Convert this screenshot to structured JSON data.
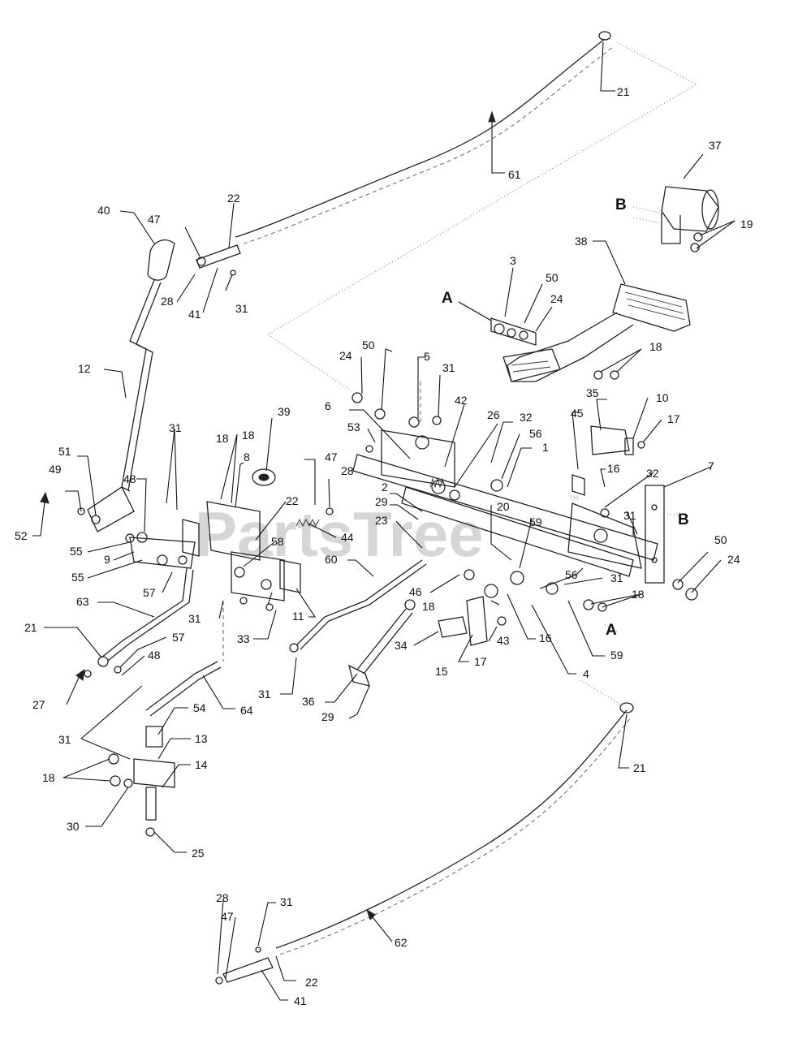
{
  "watermark": {
    "text": "PartsTree",
    "tm": "™"
  },
  "reference_letters": [
    {
      "id": "A1",
      "text": "A"
    },
    {
      "id": "A2",
      "text": "A"
    },
    {
      "id": "B1",
      "text": "B"
    },
    {
      "id": "B2",
      "text": "B"
    }
  ],
  "callouts": [
    {
      "id": "c1",
      "text": "21"
    },
    {
      "id": "c2",
      "text": "61"
    },
    {
      "id": "c3",
      "text": "37"
    },
    {
      "id": "c4",
      "text": "19"
    },
    {
      "id": "c5",
      "text": "40"
    },
    {
      "id": "c6",
      "text": "47"
    },
    {
      "id": "c7",
      "text": "22"
    },
    {
      "id": "c8",
      "text": "28"
    },
    {
      "id": "c9",
      "text": "41"
    },
    {
      "id": "c10",
      "text": "31"
    },
    {
      "id": "c11",
      "text": "38"
    },
    {
      "id": "c12",
      "text": "3"
    },
    {
      "id": "c13",
      "text": "50"
    },
    {
      "id": "c14",
      "text": "24"
    },
    {
      "id": "c15",
      "text": "18"
    },
    {
      "id": "c16",
      "text": "12"
    },
    {
      "id": "c17",
      "text": "24"
    },
    {
      "id": "c18",
      "text": "50"
    },
    {
      "id": "c19",
      "text": "5"
    },
    {
      "id": "c20",
      "text": "31"
    },
    {
      "id": "c21",
      "text": "42"
    },
    {
      "id": "c22",
      "text": "26"
    },
    {
      "id": "c23",
      "text": "32"
    },
    {
      "id": "c24",
      "text": "45"
    },
    {
      "id": "c25",
      "text": "35"
    },
    {
      "id": "c26",
      "text": "10"
    },
    {
      "id": "c27",
      "text": "17"
    },
    {
      "id": "c28",
      "text": "6"
    },
    {
      "id": "c29",
      "text": "53"
    },
    {
      "id": "c30",
      "text": "56"
    },
    {
      "id": "c31",
      "text": "1"
    },
    {
      "id": "c32",
      "text": "16"
    },
    {
      "id": "c33",
      "text": "32"
    },
    {
      "id": "c34",
      "text": "7"
    },
    {
      "id": "c35",
      "text": "18"
    },
    {
      "id": "c36",
      "text": "31"
    },
    {
      "id": "c37",
      "text": "39"
    },
    {
      "id": "c38",
      "text": "18"
    },
    {
      "id": "c39",
      "text": "8"
    },
    {
      "id": "c40",
      "text": "47"
    },
    {
      "id": "c41",
      "text": "28"
    },
    {
      "id": "c42",
      "text": "51"
    },
    {
      "id": "c43",
      "text": "49"
    },
    {
      "id": "c44",
      "text": "48"
    },
    {
      "id": "c45",
      "text": "52"
    },
    {
      "id": "c46",
      "text": "2"
    },
    {
      "id": "c47",
      "text": "29"
    },
    {
      "id": "c48",
      "text": "20"
    },
    {
      "id": "c49",
      "text": "22"
    },
    {
      "id": "c50",
      "text": "44"
    },
    {
      "id": "c51",
      "text": "23"
    },
    {
      "id": "c52",
      "text": "59"
    },
    {
      "id": "c53",
      "text": "31"
    },
    {
      "id": "c54",
      "text": "55"
    },
    {
      "id": "c55",
      "text": "9"
    },
    {
      "id": "c56",
      "text": "55"
    },
    {
      "id": "c57",
      "text": "58"
    },
    {
      "id": "c58",
      "text": "60"
    },
    {
      "id": "c59",
      "text": "50"
    },
    {
      "id": "c60",
      "text": "24"
    },
    {
      "id": "c61",
      "text": "57"
    },
    {
      "id": "c62",
      "text": "46"
    },
    {
      "id": "c63",
      "text": "56"
    },
    {
      "id": "c64",
      "text": "31"
    },
    {
      "id": "c65",
      "text": "63"
    },
    {
      "id": "c66",
      "text": "18"
    },
    {
      "id": "c67",
      "text": "11"
    },
    {
      "id": "c68",
      "text": "31"
    },
    {
      "id": "c69",
      "text": "18"
    },
    {
      "id": "c70",
      "text": "33"
    },
    {
      "id": "c71",
      "text": "16"
    },
    {
      "id": "c72",
      "text": "21"
    },
    {
      "id": "c73",
      "text": "57"
    },
    {
      "id": "c74",
      "text": "34"
    },
    {
      "id": "c75",
      "text": "43"
    },
    {
      "id": "c76",
      "text": "59"
    },
    {
      "id": "c77",
      "text": "48"
    },
    {
      "id": "c78",
      "text": "17"
    },
    {
      "id": "c79",
      "text": "15"
    },
    {
      "id": "c80",
      "text": "4"
    },
    {
      "id": "c81",
      "text": "27"
    },
    {
      "id": "c82",
      "text": "31"
    },
    {
      "id": "c83",
      "text": "64"
    },
    {
      "id": "c84",
      "text": "36"
    },
    {
      "id": "c85",
      "text": "29"
    },
    {
      "id": "c86",
      "text": "54"
    },
    {
      "id": "c87",
      "text": "31"
    },
    {
      "id": "c88",
      "text": "13"
    },
    {
      "id": "c89",
      "text": "18"
    },
    {
      "id": "c90",
      "text": "14"
    },
    {
      "id": "c91",
      "text": "21"
    },
    {
      "id": "c92",
      "text": "30"
    },
    {
      "id": "c93",
      "text": "25"
    },
    {
      "id": "c94",
      "text": "28"
    },
    {
      "id": "c95",
      "text": "31"
    },
    {
      "id": "c96",
      "text": "47"
    },
    {
      "id": "c97",
      "text": "62"
    },
    {
      "id": "c98",
      "text": "22"
    },
    {
      "id": "c99",
      "text": "41"
    }
  ]
}
